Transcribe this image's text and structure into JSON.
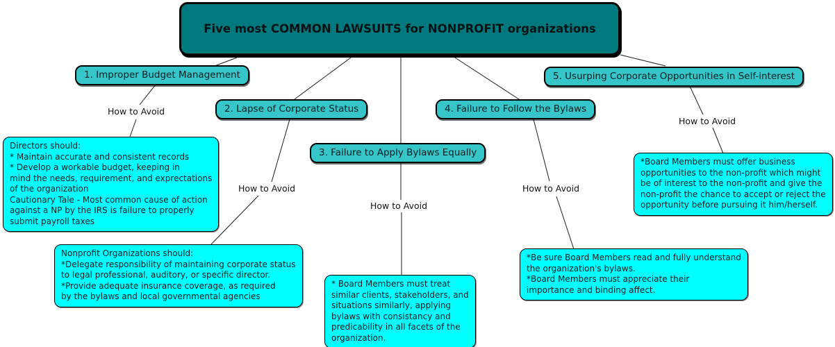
{
  "title": "Five most COMMON LAWSUITS for NONPROFIT organizations",
  "colors": {
    "root_fill": "#00797e",
    "branch_fill": "#36c5c9",
    "detail_fill": "#00ffff",
    "line": "#1a1a1a",
    "canvas": "#ffffff"
  },
  "branches": [
    {
      "label": "1. Improper Budget Management",
      "link_label": "How to Avoid",
      "detail": "Directors should:\n* Maintain accurate and consistent records\n* Develop a workable budget, keeping in\nmind the needs, requirement, and exprectations\nof the organization\nCautionary Tale - Most common cause of action\nagainst a NP by the IRS is failure to properly\nsubmit payroll taxes"
    },
    {
      "label": "2. Lapse of Corporate Status",
      "link_label": "How to Avoid",
      "detail": "Nonprofit Organizations should:\n*Delegate responsibility of maintaining corporate status\nto legal professional, auditory, or specific director.\n*Provide adequate insurance coverage, as required\nby the bylaws and local governmental agencies"
    },
    {
      "label": "3. Failure to Apply Bylaws Equally",
      "link_label": "How to Avoid",
      "detail": "* Board Members must treat\nsimilar clients, stakeholders, and\nsituations similarly, applying\nbylaws with consistancy and\npredicability in all facets of the\norganization."
    },
    {
      "label": "4. Failure to Follow the Bylaws",
      "link_label": "How to Avoid",
      "detail": "*Be sure Board Members read and fully understand\nthe organization's bylaws.\n*Board Members must appreciate their\nimportance and binding affect."
    },
    {
      "label": "5. Usurping Corporate Opportunities in Self-interest",
      "link_label": "How to Avoid",
      "detail": "*Board Members must offer business\nopportunities to the non-profit which might\nbe of interest to the non-profit and give the\nnon-profit the chance to accept or reject the\nopportunity before pursuing it him/herself."
    }
  ]
}
